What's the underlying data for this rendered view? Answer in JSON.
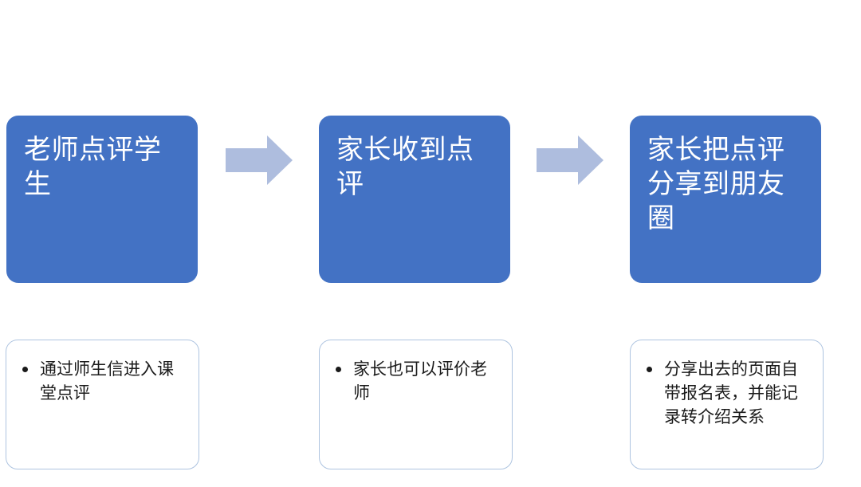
{
  "colors": {
    "step_fill": "#4372C4",
    "step_text": "#FFFFFF",
    "arrow_fill": "#AEBDDE",
    "note_border": "#AEC4E0",
    "note_text": "#1A1A1A",
    "background": "#FFFFFF"
  },
  "flow": {
    "steps": [
      {
        "id": "step-1",
        "label": "老师点评学生",
        "notes": [
          "通过师生信进入课堂点评"
        ]
      },
      {
        "id": "step-2",
        "label": "家长收到点评",
        "notes": [
          "家长也可以评价老师"
        ]
      },
      {
        "id": "step-3",
        "label": "家长把点评分享到朋友圈",
        "notes": [
          "分享出去的页面自带报名表，并能记录转介绍关系"
        ]
      }
    ],
    "connectors": [
      {
        "id": "arrow-1",
        "icon": "arrow-right-icon",
        "from": "step-1",
        "to": "step-2"
      },
      {
        "id": "arrow-2",
        "icon": "arrow-right-icon",
        "from": "step-2",
        "to": "step-3"
      }
    ]
  }
}
